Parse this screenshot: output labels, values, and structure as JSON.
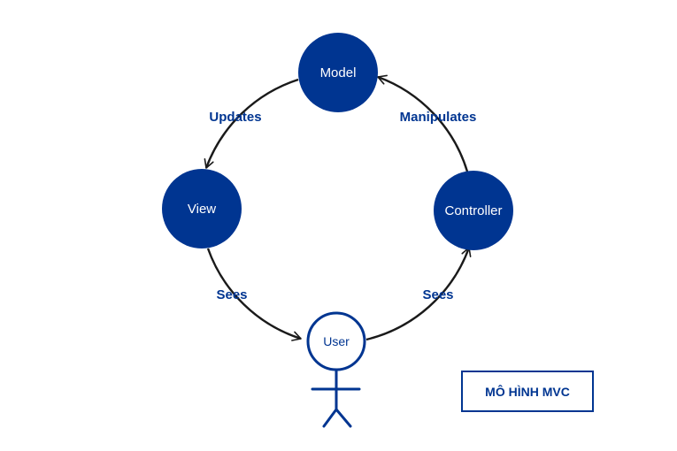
{
  "colors": {
    "node_fill": "#003591",
    "line": "#1a1a1a",
    "label": "#003591",
    "background": "#ffffff"
  },
  "nodes": {
    "model": "Model",
    "view": "View",
    "controller": "Controller",
    "user": "User"
  },
  "edges": {
    "updates": "Updates",
    "manipulates": "Manipulates",
    "sees_left": "Sees",
    "sees_right": "Sees"
  },
  "caption": "MÔ HÌNH MVC",
  "user_icon": "stick-figure-icon"
}
